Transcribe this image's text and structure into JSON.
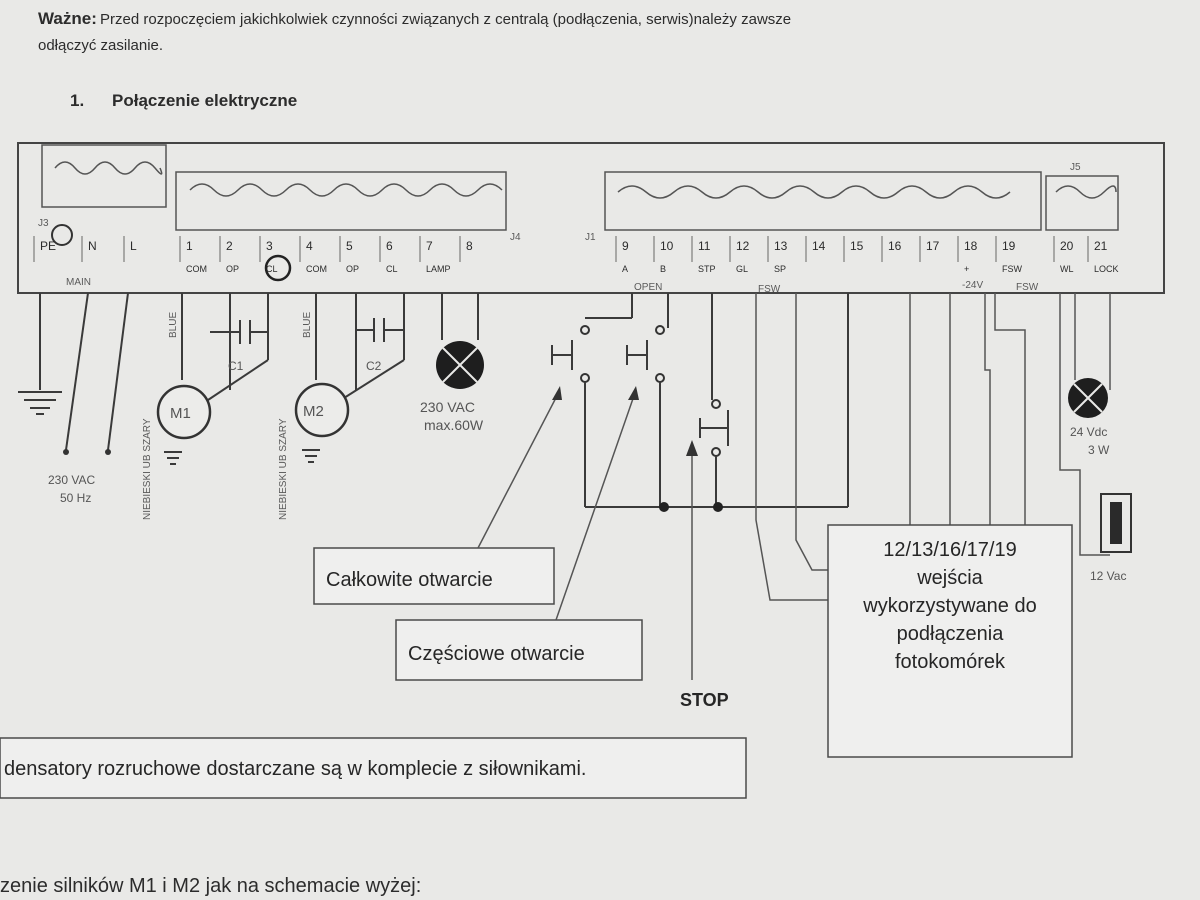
{
  "header": {
    "warning_label": "Ważne:",
    "warning_text_line1": "Przed rozpoczęciem jakichkolwiek czynności związanych z centralą (podłączenia, serwis)należy zawsze",
    "warning_text_line2": "odłączyć zasilanie."
  },
  "section": {
    "number": "1.",
    "title": "Połączenie elektryczne"
  },
  "board": {
    "connectors": {
      "j3": "J3",
      "j4": "J4",
      "j1": "J1",
      "j5": "J5"
    },
    "terminals_left": [
      {
        "num": "PE",
        "sub": ""
      },
      {
        "num": "N",
        "sub": ""
      },
      {
        "num": "L",
        "sub": ""
      }
    ],
    "main_label": "MAIN",
    "terminals_j4": [
      {
        "num": "1",
        "sub": "COM"
      },
      {
        "num": "2",
        "sub": "OP"
      },
      {
        "num": "3",
        "sub": "CL"
      },
      {
        "num": "4",
        "sub": "COM"
      },
      {
        "num": "5",
        "sub": "OP"
      },
      {
        "num": "6",
        "sub": "CL"
      },
      {
        "num": "7",
        "sub": "LAMP"
      },
      {
        "num": "8",
        "sub": ""
      }
    ],
    "terminals_j1": [
      {
        "num": "9",
        "sub": "A"
      },
      {
        "num": "10",
        "sub": "B"
      },
      {
        "num": "11",
        "sub": "STP"
      },
      {
        "num": "12",
        "sub": "GL"
      },
      {
        "num": "13",
        "sub": "SP"
      },
      {
        "num": "14",
        "sub": ""
      },
      {
        "num": "15",
        "sub": ""
      },
      {
        "num": "16",
        "sub": ""
      },
      {
        "num": "17",
        "sub": ""
      },
      {
        "num": "18",
        "sub": "+"
      },
      {
        "num": "19",
        "sub": "FSW"
      }
    ],
    "terminals_j5": [
      {
        "num": "20",
        "sub": "WL"
      },
      {
        "num": "21",
        "sub": "LOCK"
      }
    ],
    "group_labels": {
      "open": "OPEN",
      "fsw": "FSW",
      "gnd_24v": "-24V",
      "fsw2": "FSW"
    }
  },
  "components": {
    "mains_voltage": "230 VAC",
    "mains_freq": "50 Hz",
    "m1": "M1",
    "m2": "M2",
    "c1": "C1",
    "c2": "C2",
    "wire_colors_m1": "NIEBIESKI UB SZARY",
    "wire_blue_m1": "BLUE",
    "wire_colors_m2": "NIEBIESKI UB SZARY",
    "wire_blue_m2": "BLUE",
    "lamp_voltage": "230 VAC",
    "lamp_power": "max.60W",
    "wl_voltage": "24 Vdc",
    "wl_power": "3 W",
    "lock_voltage": "12 Vac"
  },
  "callouts": {
    "full_open": "Całkowite otwarcie",
    "partial_open": "Częściowe otwarcie",
    "stop": "STOP",
    "photocell_line1": "12/13/16/17/19",
    "photocell_line2": "wejścia",
    "photocell_line3": "wykorzystywane do",
    "photocell_line4": "podłączenia",
    "photocell_line5": "fotokomórek",
    "capacitor_note": "densatory rozruchowe dostarczane są w komplecie z siłownikami."
  },
  "footer": {
    "text": "zenie silników M1 i M2 jak na schemacie wyżej:"
  }
}
